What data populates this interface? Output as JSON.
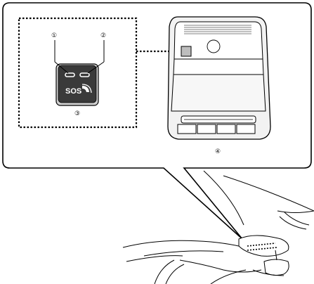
{
  "callouts": {
    "c1": "①",
    "c2": "②",
    "c3": "③",
    "c4": "④"
  },
  "sos_button": {
    "label": "SOS",
    "icon": "phone-handset-icon"
  },
  "colors": {
    "line": "#000000",
    "button_face": "#3a3a3a",
    "button_bezel": "#cfcfcf",
    "panel_fill": "#f2f2f2",
    "panel_dark": "#bdbdbd"
  }
}
